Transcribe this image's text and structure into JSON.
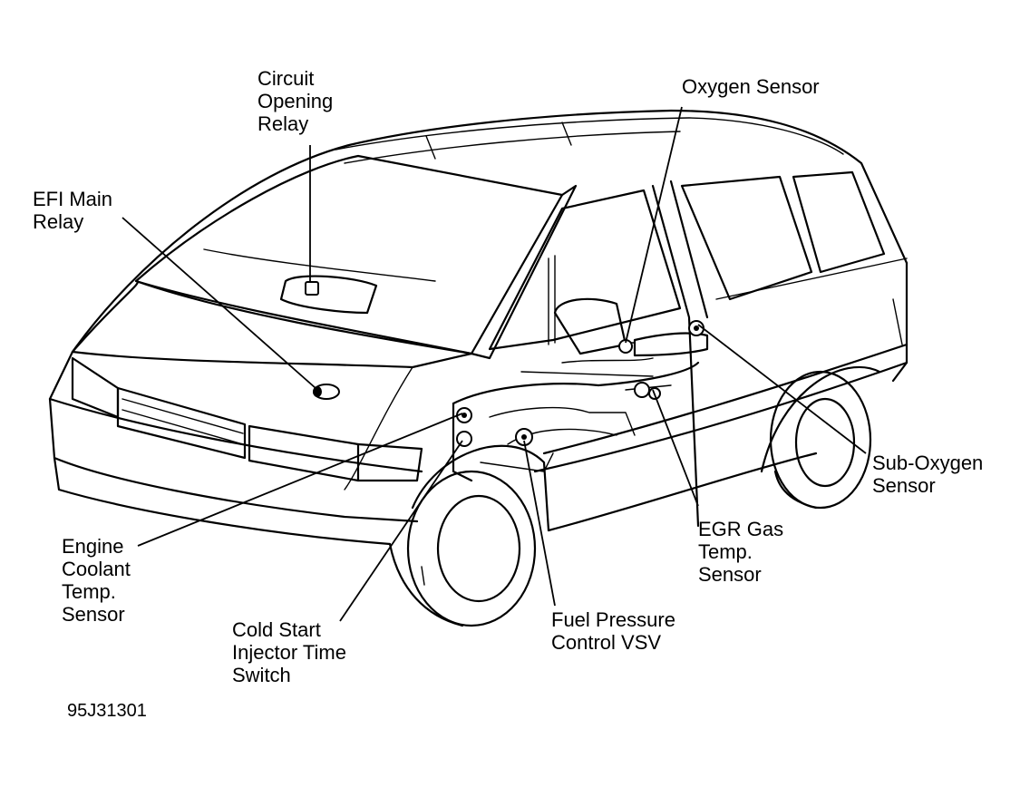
{
  "figure_code": "95J31301",
  "labels": {
    "circuit_opening_relay": "Circuit\nOpening\nRelay",
    "efi_main_relay": "EFI Main\nRelay",
    "oxygen_sensor": "Oxygen Sensor",
    "sub_oxygen_sensor": "Sub-Oxygen\nSensor",
    "egr_gas_temp_sensor": "EGR Gas\nTemp.\nSensor",
    "fuel_pressure_control_vsv": "Fuel Pressure\nControl VSV",
    "cold_start_injector_time_switch": "Cold Start\nInjector Time\nSwitch",
    "engine_coolant_temp_sensor": "Engine\nCoolant\nTemp.\nSensor"
  }
}
